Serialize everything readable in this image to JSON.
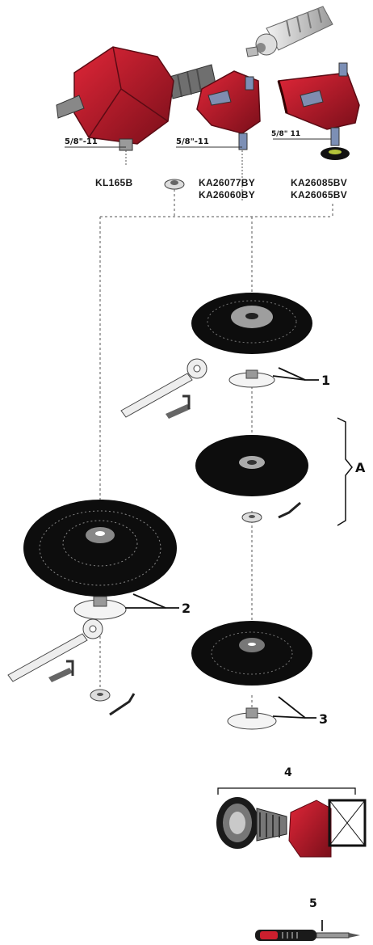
{
  "thread_labels": [
    "5/8\"-11",
    "5/8\"-11",
    "5/8\" 11"
  ],
  "codes": {
    "left": "KL165B",
    "mid_1": "KA26077BY",
    "mid_2": "KA26060BY",
    "right_1": "KA26085BV",
    "right_2": "KA26065BV"
  },
  "callouts": {
    "one": "1",
    "two": "2",
    "three": "3",
    "A": "A",
    "four": "4",
    "five": "5"
  },
  "colors": {
    "tool_red": "#c0192b",
    "tool_dark": "#6b0d17",
    "pad_black": "#0d0d0d",
    "line": "#555555"
  }
}
